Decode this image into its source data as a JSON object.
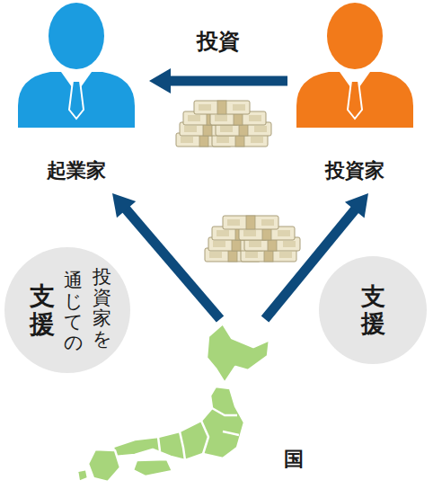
{
  "diagram": {
    "nodes": [
      {
        "text": [
          "起業家"
        ]
      },
      {
        "text": [
          "投資家"
        ]
      },
      {
        "text": [
          "投資家を",
          "通じての",
          "支援"
        ]
      },
      {
        "text": [
          "支援"
        ]
      },
      {
        "text": [
          "国"
        ]
      }
    ],
    "edges": [
      {
        "from": 1,
        "to": 0,
        "arrow": "to",
        "label": "投資"
      },
      {
        "from": 4,
        "to": 0,
        "arrow": "to"
      },
      {
        "from": 4,
        "to": 1,
        "arrow": "to"
      }
    ]
  }
}
